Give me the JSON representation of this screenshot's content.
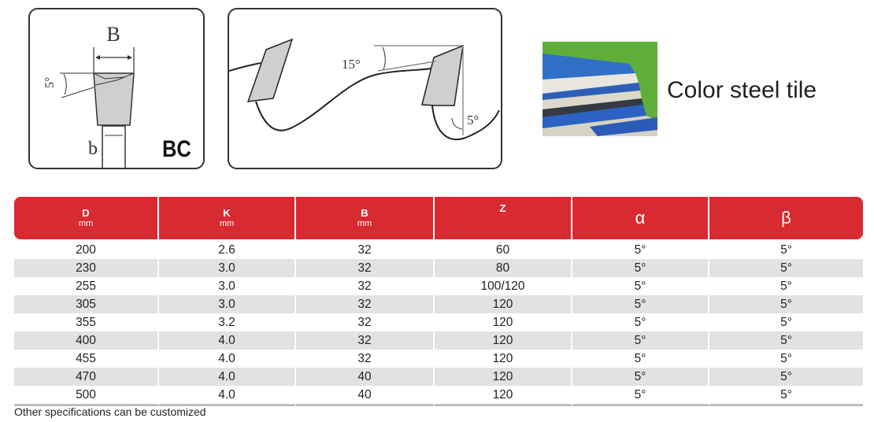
{
  "diagrams": {
    "tooth_profile": {
      "labels": {
        "width": "B",
        "kerf": "b",
        "angle": "5°",
        "grind_code": "BC"
      }
    },
    "tooth_side": {
      "labels": {
        "rake_angle": "15°",
        "clearance_angle": "5°"
      }
    }
  },
  "application": {
    "image_label": "color-steel-tile-photo",
    "caption": "Color steel tile"
  },
  "table": {
    "headers": [
      {
        "name": "D",
        "unit": "mm"
      },
      {
        "name": "K",
        "unit": "mm"
      },
      {
        "name": "B",
        "unit": "mm"
      },
      {
        "name": "Z",
        "unit": ""
      },
      {
        "name": "α",
        "unit": ""
      },
      {
        "name": "β",
        "unit": ""
      }
    ],
    "rows": [
      [
        "200",
        "2.6",
        "32",
        "60",
        "5°",
        "5°"
      ],
      [
        "230",
        "3.0",
        "32",
        "80",
        "5°",
        "5°"
      ],
      [
        "255",
        "3.0",
        "32",
        "100/120",
        "5°",
        "5°"
      ],
      [
        "305",
        "3.0",
        "32",
        "120",
        "5°",
        "5°"
      ],
      [
        "355",
        "3.2",
        "32",
        "120",
        "5°",
        "5°"
      ],
      [
        "400",
        "4.0",
        "32",
        "120",
        "5°",
        "5°"
      ],
      [
        "455",
        "4.0",
        "32",
        "120",
        "5°",
        "5°"
      ],
      [
        "470",
        "4.0",
        "40",
        "120",
        "5°",
        "5°"
      ],
      [
        "500",
        "4.0",
        "40",
        "120",
        "5°",
        "5°"
      ]
    ]
  },
  "footnote": "Other specifications can be customized",
  "colors": {
    "header_red": "#d82a31",
    "row_alt": "#e2e2e4"
  }
}
